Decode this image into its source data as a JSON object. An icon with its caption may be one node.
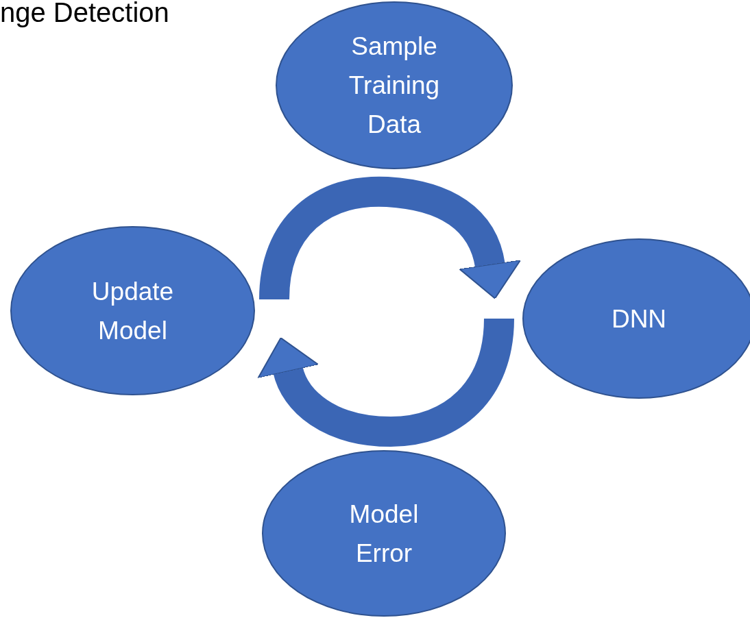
{
  "diagram": {
    "title": "nge Detection",
    "nodes": [
      {
        "text": [
          "Sample Training Data"
        ]
      },
      {
        "text": [
          "DNN"
        ]
      },
      {
        "text": [
          "Model Error"
        ]
      },
      {
        "text": [
          "Update Model"
        ]
      }
    ],
    "edges": [
      {
        "from": 3,
        "to": 1,
        "arrow": "to"
      },
      {
        "from": 1,
        "to": 3,
        "arrow": "to"
      }
    ]
  }
}
